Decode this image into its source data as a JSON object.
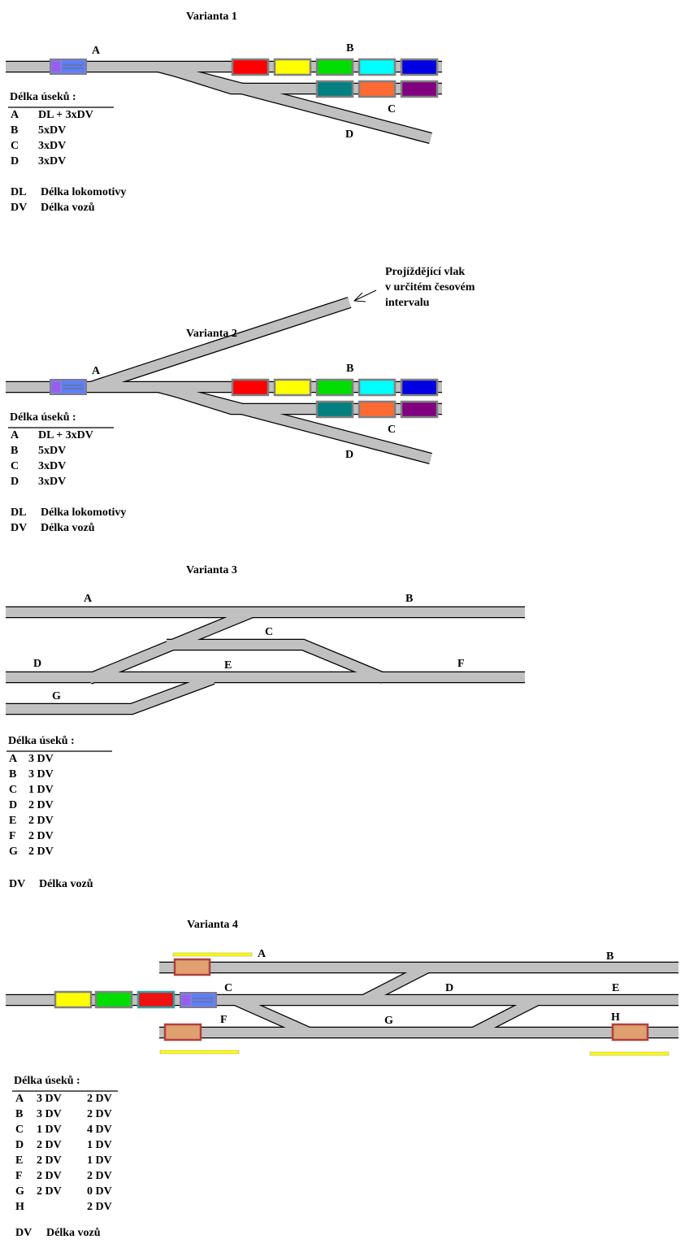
{
  "variants": [
    {
      "title": "Varianta 1",
      "labels": [
        "A",
        "B",
        "C",
        "D"
      ],
      "legend": {
        "heading": "Délka úseků :",
        "rows": [
          {
            "key": "A",
            "v1": "DL + 3xDV"
          },
          {
            "key": "B",
            "v1": "5xDV"
          },
          {
            "key": "C",
            "v1": "3xDV"
          },
          {
            "key": "D",
            "v1": "3xDV"
          }
        ],
        "abbrev": [
          {
            "key": "DL",
            "value": "Délka lokomotivy"
          },
          {
            "key": "DV",
            "value": "Délka vozů"
          }
        ]
      }
    },
    {
      "title": "Varianta 2",
      "labels": [
        "A",
        "B",
        "C",
        "D"
      ],
      "annotation": [
        "Projíždějící vlak",
        "v určitém česovém",
        "intervalu"
      ],
      "legend": {
        "heading": "Délka úseků :",
        "rows": [
          {
            "key": "A",
            "v1": "DL + 3xDV"
          },
          {
            "key": "B",
            "v1": "5xDV"
          },
          {
            "key": "C",
            "v1": "3xDV"
          },
          {
            "key": "D",
            "v1": "3xDV"
          }
        ],
        "abbrev": [
          {
            "key": "DL",
            "value": "Délka lokomotivy"
          },
          {
            "key": "DV",
            "value": "Délka vozů"
          }
        ]
      }
    },
    {
      "title": "Varianta 3",
      "labels": [
        "A",
        "B",
        "C",
        "D",
        "E",
        "F",
        "G"
      ],
      "legend": {
        "heading": "Délka úseků :",
        "rows": [
          {
            "key": "A",
            "v1": "3 DV"
          },
          {
            "key": "B",
            "v1": "3 DV"
          },
          {
            "key": "C",
            "v1": "1 DV"
          },
          {
            "key": "D",
            "v1": "2 DV"
          },
          {
            "key": "E",
            "v1": "2 DV"
          },
          {
            "key": "F",
            "v1": "2 DV"
          },
          {
            "key": "G",
            "v1": "2 DV"
          }
        ],
        "abbrev": [
          {
            "key": "DV",
            "value": "Délka vozů"
          }
        ]
      }
    },
    {
      "title": "Varianta 4",
      "labels": [
        "A",
        "B",
        "C",
        "D",
        "E",
        "F",
        "G",
        "H"
      ],
      "legend": {
        "heading": "Délka úseků :",
        "rows": [
          {
            "key": "A",
            "v1": "3 DV",
            "v2": "2 DV"
          },
          {
            "key": "B",
            "v1": "3 DV",
            "v2": "2 DV"
          },
          {
            "key": "C",
            "v1": "1 DV",
            "v2": "4 DV"
          },
          {
            "key": "D",
            "v1": "2 DV",
            "v2": "1 DV"
          },
          {
            "key": "E",
            "v1": "2 DV",
            "v2": "1 DV"
          },
          {
            "key": "F",
            "v1": "2 DV",
            "v2": "2 DV"
          },
          {
            "key": "G",
            "v1": "2 DV",
            "v2": "0 DV"
          },
          {
            "key": "H",
            "v1": "",
            "v2": "2 DV"
          }
        ],
        "abbrev": [
          {
            "key": "DV",
            "value": "Délka vozů"
          }
        ]
      }
    }
  ],
  "colors": {
    "track": "#c0c0c0",
    "track_edge": "#000000",
    "car_border": "#808080",
    "locomotive": "#8080d8",
    "cars_b": [
      "#ff0000",
      "#ffff00",
      "#00dd00",
      "#00ffff",
      "#0000e0"
    ],
    "cars_c": [
      "#008080",
      "#ff6a33",
      "#800080"
    ],
    "cars_v4_main": [
      "#ffff00",
      "#00dd00",
      "#ee1111"
    ],
    "parked_car": "#e0a070",
    "marker": "#ffff00"
  }
}
